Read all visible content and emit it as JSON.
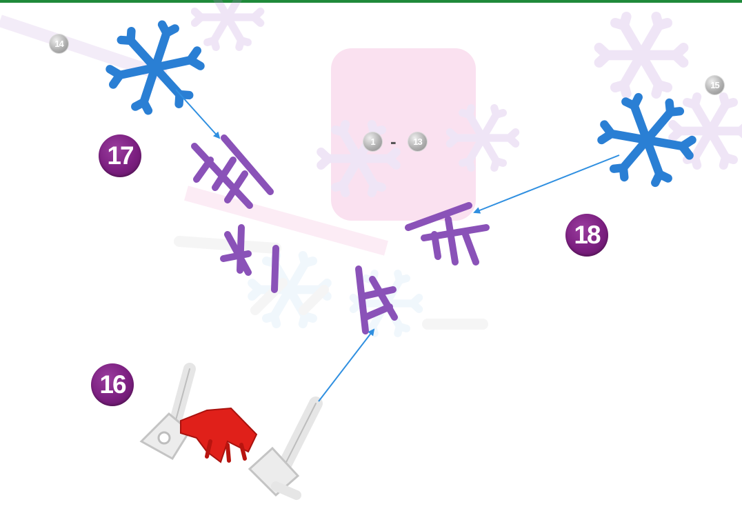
{
  "steps": [
    {
      "id": "17",
      "label": "17"
    },
    {
      "id": "18",
      "label": "18"
    },
    {
      "id": "16",
      "label": "16"
    }
  ],
  "references": {
    "left_connector": "14",
    "right_connector": "15",
    "range_start": "1",
    "range_separator": "-",
    "range_end": "13"
  },
  "colors": {
    "step_badge": "#7b1f80",
    "blue_connector": "#2a7fd4",
    "purple_connector": "#8a52b8",
    "red_connector": "#e0201a",
    "gray_rod": "#e6e6e6",
    "arrow": "#2f8fe0",
    "header_bar": "#1f8a3a"
  },
  "icons": [
    "blue-snowflake-connector-icon",
    "purple-connector-icon",
    "red-connector-icon",
    "gray-rod-icon"
  ]
}
